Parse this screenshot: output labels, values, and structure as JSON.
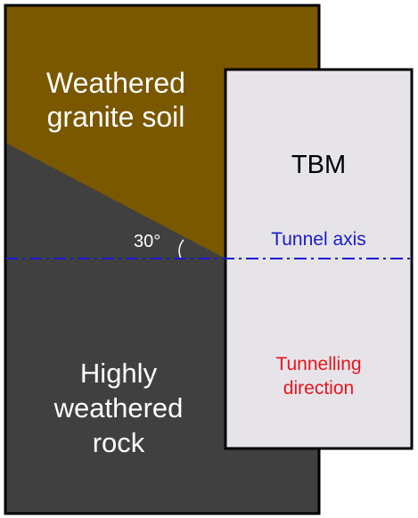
{
  "diagram": {
    "layers": {
      "soil": {
        "lines": [
          "Weathered",
          "granite soil"
        ],
        "color": "#7a5800"
      },
      "rock": {
        "lines": [
          "Highly",
          "weathered",
          "rock"
        ],
        "color": "#404040"
      }
    },
    "tbm": {
      "label": "TBM",
      "color": "#e6e4e8"
    },
    "tunnel_axis": {
      "label": "Tunnel axis",
      "color": "#1a1acc"
    },
    "tunnelling_direction": {
      "lines": [
        "Tunnelling",
        "direction"
      ],
      "color": "#e8141c"
    },
    "angle": {
      "label": "30°",
      "degrees": 30
    }
  }
}
